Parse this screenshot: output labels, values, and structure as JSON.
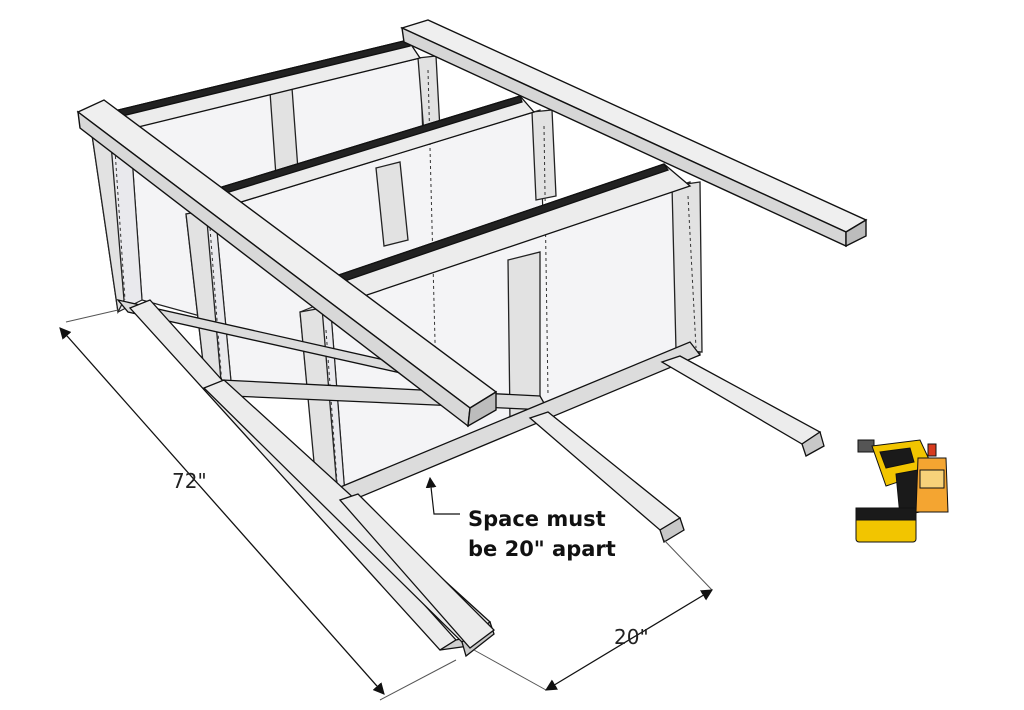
{
  "dimensions": {
    "length": "72\"",
    "spacing": "20\""
  },
  "note": {
    "line1": "Space must",
    "line2": "be 20\" apart"
  },
  "colors": {
    "board_top": "#ededed",
    "board_side": "#cfcfcf",
    "board_dark": "#9a9a9a",
    "panel": "#f3f3f5",
    "outline": "#111111",
    "drill_body": "#f2c500",
    "drill_black": "#1a1a1a"
  },
  "icons": [
    "power-drill-icon",
    "wood-glue-bottle-icon"
  ]
}
